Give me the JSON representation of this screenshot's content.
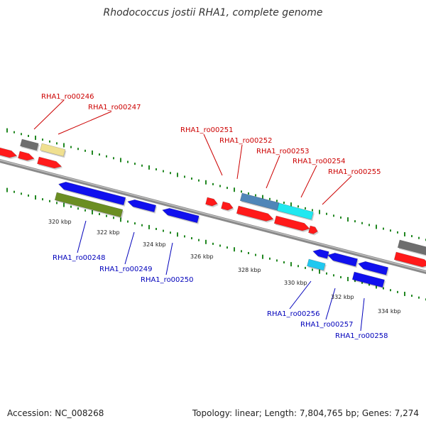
{
  "title": "Rhodococcus jostii RHA1, complete genome",
  "footer": {
    "accession": "Accession: NC_008268",
    "summary": "Topology: linear; Length: 7,804,765 bp; Genes: 7,274"
  },
  "colors": {
    "forward_label": "#cc0000",
    "reverse_label": "#0000bb",
    "tick": "#228822",
    "backbone": "#888888"
  },
  "scale_ticks": [
    "320 kbp",
    "322 kbp",
    "324 kbp",
    "326 kbp",
    "328 kbp",
    "330 kbp",
    "332 kbp",
    "334 kbp"
  ],
  "forward_labels": [
    "RHA1_ro00246",
    "RHA1_ro00247",
    "RHA1_ro00251",
    "RHA1_ro00252",
    "RHA1_ro00253",
    "RHA1_ro00254",
    "RHA1_ro00255"
  ],
  "reverse_labels": [
    "RHA1_ro00248",
    "RHA1_ro00249",
    "RHA1_ro00250",
    "RHA1_ro00256",
    "RHA1_ro00257",
    "RHA1_ro00258"
  ]
}
